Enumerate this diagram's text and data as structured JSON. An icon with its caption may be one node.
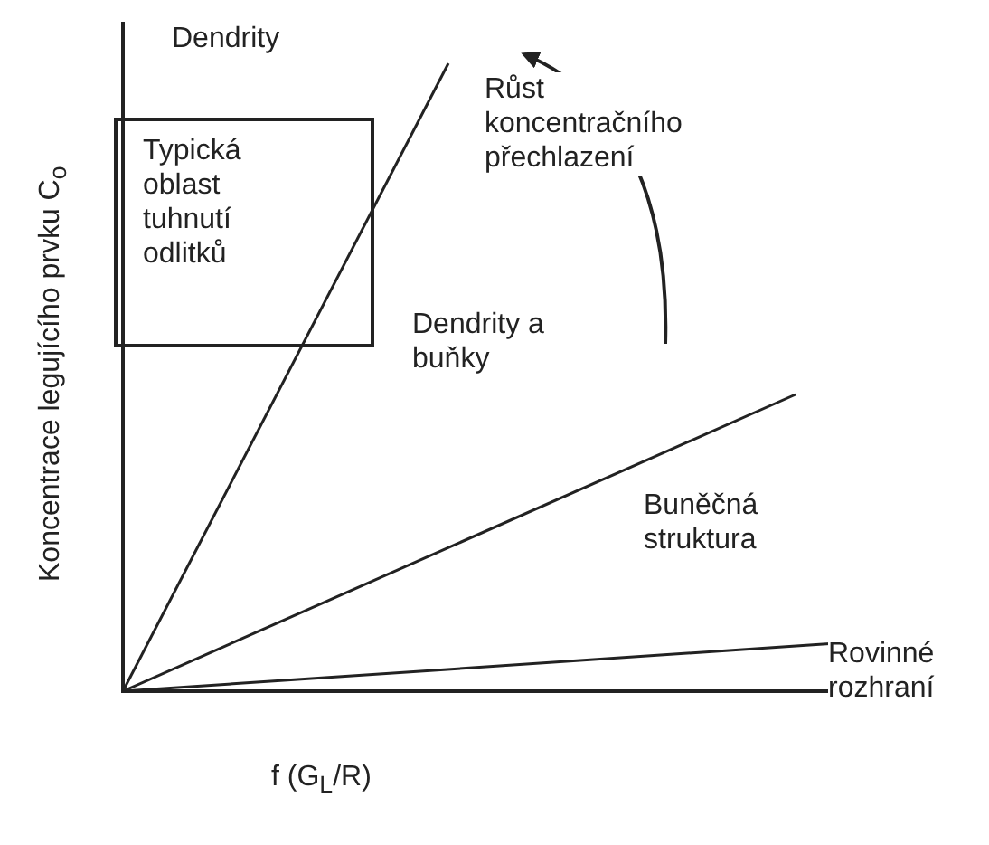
{
  "diagram": {
    "nodes": [
      {
        "text": [
          "Typická oblast tuhnutí odlitků"
        ]
      }
    ],
    "labels": [
      "Dendrity",
      "Růst koncentračního přechlazení",
      "Dendrity a buňky",
      "Buněčná struktura",
      "Rovinné rozhraní",
      "Koncentrace legujícího prvku C$_{o}$",
      "f (G$_{L}$/R)"
    ]
  }
}
